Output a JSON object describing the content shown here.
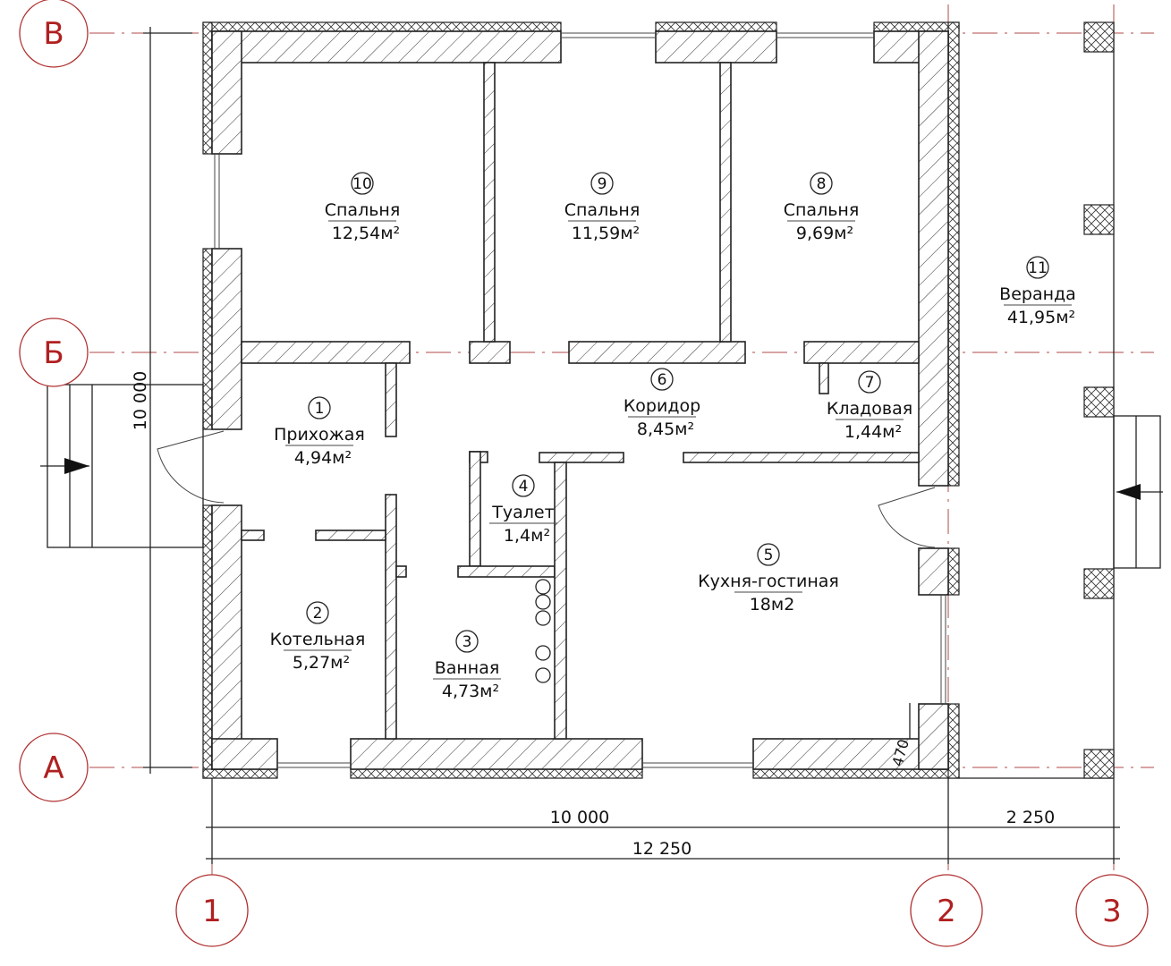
{
  "axes": {
    "rows": [
      "В",
      "Б",
      "А"
    ],
    "cols": [
      "1",
      "2",
      "3"
    ]
  },
  "dimensions": {
    "inner_width": "10 000",
    "veranda_width": "2 250",
    "total_width": "12 250",
    "height": "10 000",
    "small": "470"
  },
  "rooms": [
    {
      "num": "1",
      "name": "Прихожая",
      "area": "4,94м²"
    },
    {
      "num": "2",
      "name": "Котельная",
      "area": "5,27м²"
    },
    {
      "num": "3",
      "name": "Ванная",
      "area": "4,73м²"
    },
    {
      "num": "4",
      "name": "Туалет",
      "area": "1,4м²"
    },
    {
      "num": "5",
      "name": "Кухня-гостиная",
      "area": "18м2"
    },
    {
      "num": "6",
      "name": "Коридор",
      "area": "8,45м²"
    },
    {
      "num": "7",
      "name": "Кладовая",
      "area": "1,44м²"
    },
    {
      "num": "8",
      "name": "Спальня",
      "area": "9,69м²"
    },
    {
      "num": "9",
      "name": "Спальня",
      "area": "11,59м²"
    },
    {
      "num": "10",
      "name": "Спальня",
      "area": "12,54м²"
    },
    {
      "num": "11",
      "name": "Веранда",
      "area": "41,95м²"
    }
  ],
  "colors": {
    "axis": "#b03030",
    "line": "#222222"
  }
}
